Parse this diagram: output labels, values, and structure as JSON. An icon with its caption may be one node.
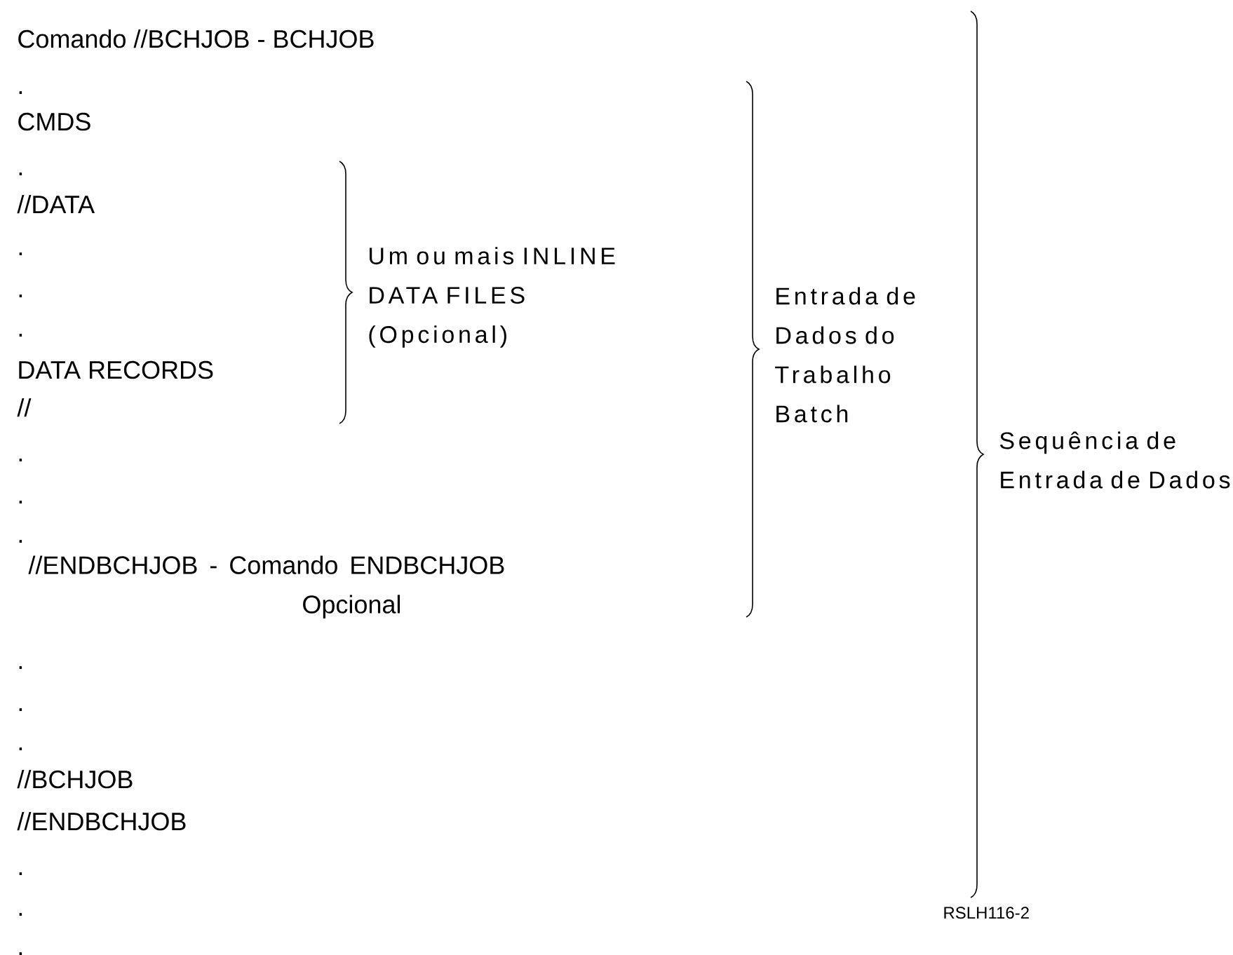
{
  "diagram": {
    "labels": [
      "Comando //BCHJOB - BCHJOB",
      ".",
      "CMDS",
      ".",
      "//DATA",
      ".",
      ".",
      ".",
      "DATA RECORDS",
      "//",
      ".",
      ".",
      ".",
      "//ENDBCHJOB - Comando ENDBCHJOB Opcional",
      ".",
      ".",
      ".",
      "//BCHJOB",
      "//ENDBCHJOB",
      ".",
      ".",
      ".",
      "Um ou mais INLINE DATA FILES (Opcional)",
      "Entrada de Dados do Trabalho Batch",
      "Sequência de Entrada de Dados",
      "RSLH116-2"
    ]
  }
}
